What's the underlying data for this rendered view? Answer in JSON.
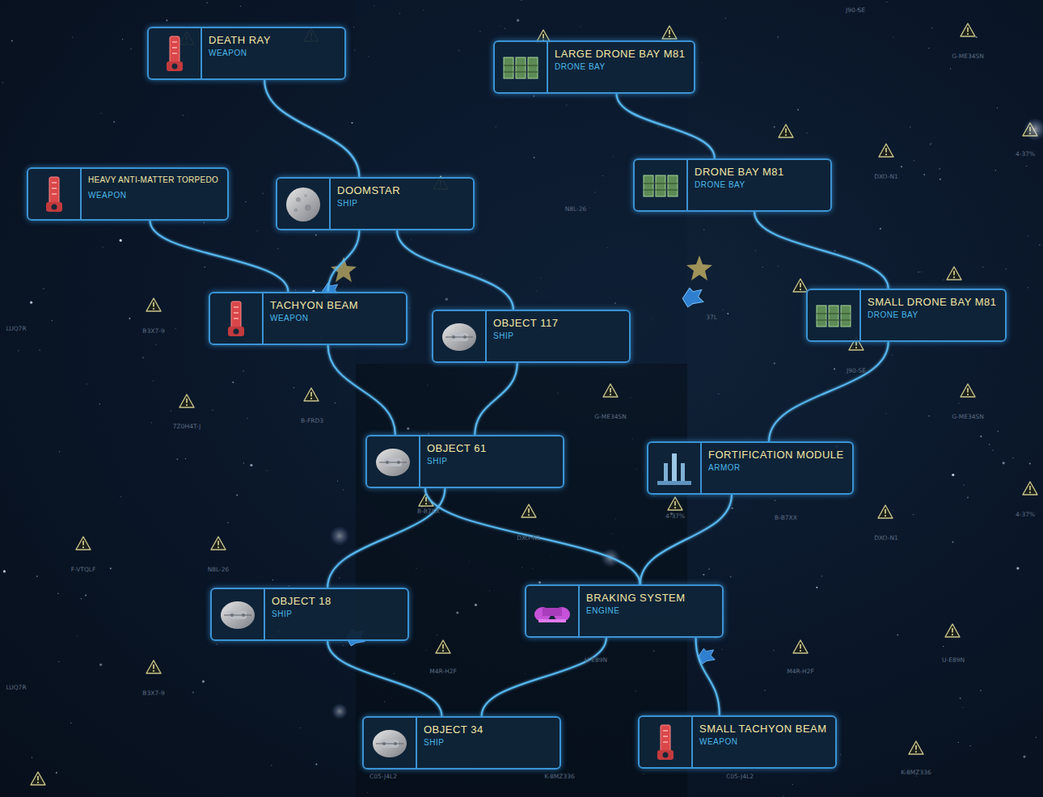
{
  "diagram": {
    "nodes": [
      {
        "text": [
          "DEATH RAY",
          "WEAPON"
        ]
      },
      {
        "text": [
          "LARGE DRONE BAY M81",
          "DRONE BAY"
        ]
      },
      {
        "text": [
          "HEAVY ANTI-MATTER TORPEDO",
          "WEAPON"
        ]
      },
      {
        "text": [
          "DOOMSTAR",
          "SHIP"
        ]
      },
      {
        "text": [
          "DRONE BAY M81",
          "DRONE BAY"
        ]
      },
      {
        "text": [
          "TACHYON BEAM",
          "WEAPON"
        ]
      },
      {
        "text": [
          "OBJECT 117",
          "SHIP"
        ]
      },
      {
        "text": [
          "SMALL DRONE BAY M81",
          "DRONE BAY"
        ]
      },
      {
        "text": [
          "OBJECT 61",
          "SHIP"
        ]
      },
      {
        "text": [
          "FORTIFICATION MODULE",
          "ARMOR"
        ]
      },
      {
        "text": [
          "OBJECT 18",
          "SHIP"
        ]
      },
      {
        "text": [
          "BRAKING SYSTEM",
          "ENGINE"
        ]
      },
      {
        "text": [
          "OBJECT 34",
          "SHIP"
        ]
      },
      {
        "text": [
          "SMALL TACHYON BEAM",
          "WEAPON"
        ]
      }
    ],
    "edges": [
      {
        "from": 0,
        "to": 3,
        "arrow": "none"
      },
      {
        "from": 1,
        "to": 4,
        "arrow": "none"
      },
      {
        "from": 2,
        "to": 5,
        "arrow": "none"
      },
      {
        "from": 3,
        "to": 5,
        "arrow": "none"
      },
      {
        "from": 3,
        "to": 6,
        "arrow": "none"
      },
      {
        "from": 4,
        "to": 7,
        "arrow": "none"
      },
      {
        "from": 5,
        "to": 8,
        "arrow": "none"
      },
      {
        "from": 6,
        "to": 8,
        "arrow": "none"
      },
      {
        "from": 7,
        "to": 9,
        "arrow": "none"
      },
      {
        "from": 8,
        "to": 10,
        "arrow": "none"
      },
      {
        "from": 8,
        "to": 11,
        "arrow": "none"
      },
      {
        "from": 9,
        "to": 11,
        "arrow": "none"
      },
      {
        "from": 10,
        "to": 12,
        "arrow": "none"
      },
      {
        "from": 11,
        "to": 12,
        "arrow": "none"
      },
      {
        "from": 11,
        "to": 13,
        "arrow": "none"
      }
    ],
    "labels": [
      "J90-SE",
      "G-ME34SN",
      "4-37%",
      "DXO-N1",
      "N8L-26",
      "37L",
      "LUQ7R",
      "B3X7-9",
      "7Z0H4T-J",
      "B-FRD3",
      "G-ME34SN",
      "J90-SE",
      "G-ME34SN",
      "B-B7XX",
      "DXO-N1",
      "4-37%",
      "B-B7XX",
      "DXO-N1",
      "4-37%",
      "F-VTQLF",
      "N8L-26",
      "U-E89N",
      "M4R-H2F",
      "M4R-H2F",
      "U-E89N",
      "LUQ7R",
      "B3X7-9",
      "C05-J4L2",
      "K-8MZ336",
      "C05-J4L2",
      "K-8MZ336"
    ]
  }
}
